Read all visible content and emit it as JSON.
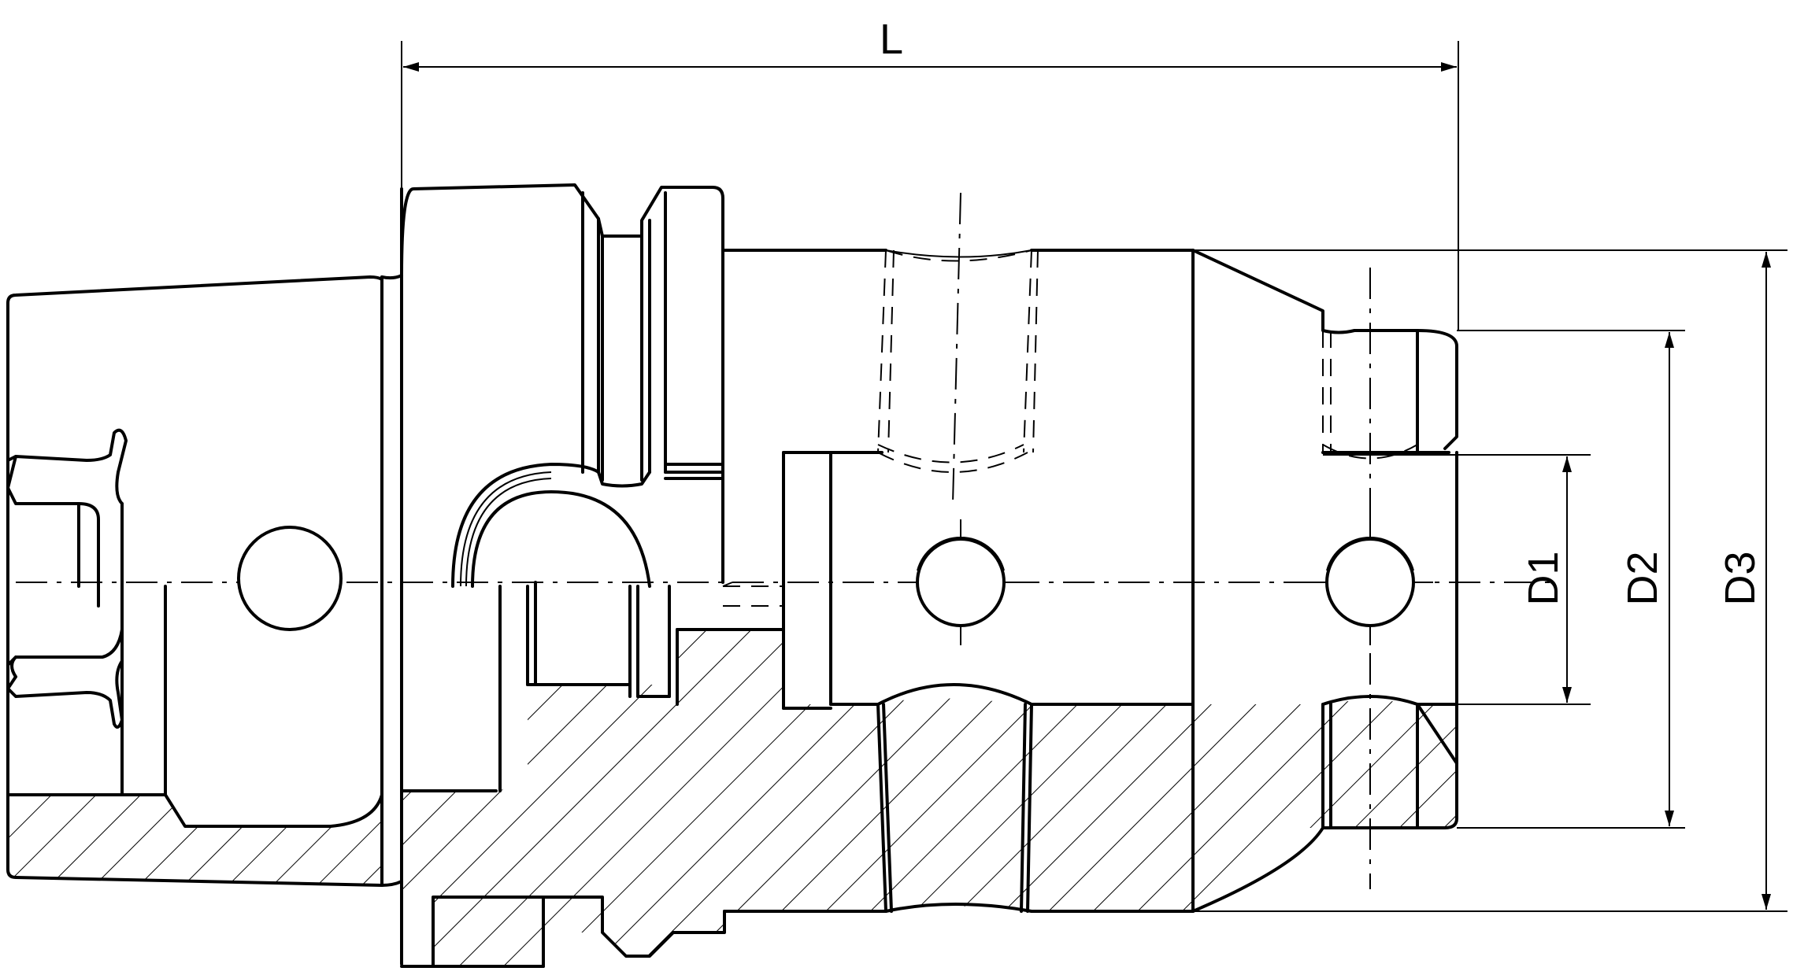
{
  "dimensions": {
    "length": "L",
    "d1": "D1",
    "d2": "D2",
    "d3": "D3"
  }
}
